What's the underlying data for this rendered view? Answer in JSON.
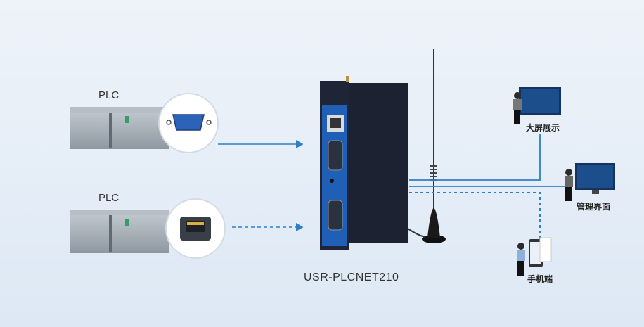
{
  "plc_devices": [
    {
      "label": "PLC",
      "port": "serial-db9"
    },
    {
      "label": "PLC",
      "port": "ethernet-rj45"
    }
  ],
  "gateway": {
    "model": "USR-PLCNET210",
    "brand_text": "USR-PLCNET210"
  },
  "clients": [
    {
      "label": "大屏展示"
    },
    {
      "label": "管理界面"
    },
    {
      "label": "手机端"
    }
  ],
  "colors": {
    "line": "#2f7fc4",
    "device": "#1b2131",
    "panel": "#1f5fb5"
  }
}
